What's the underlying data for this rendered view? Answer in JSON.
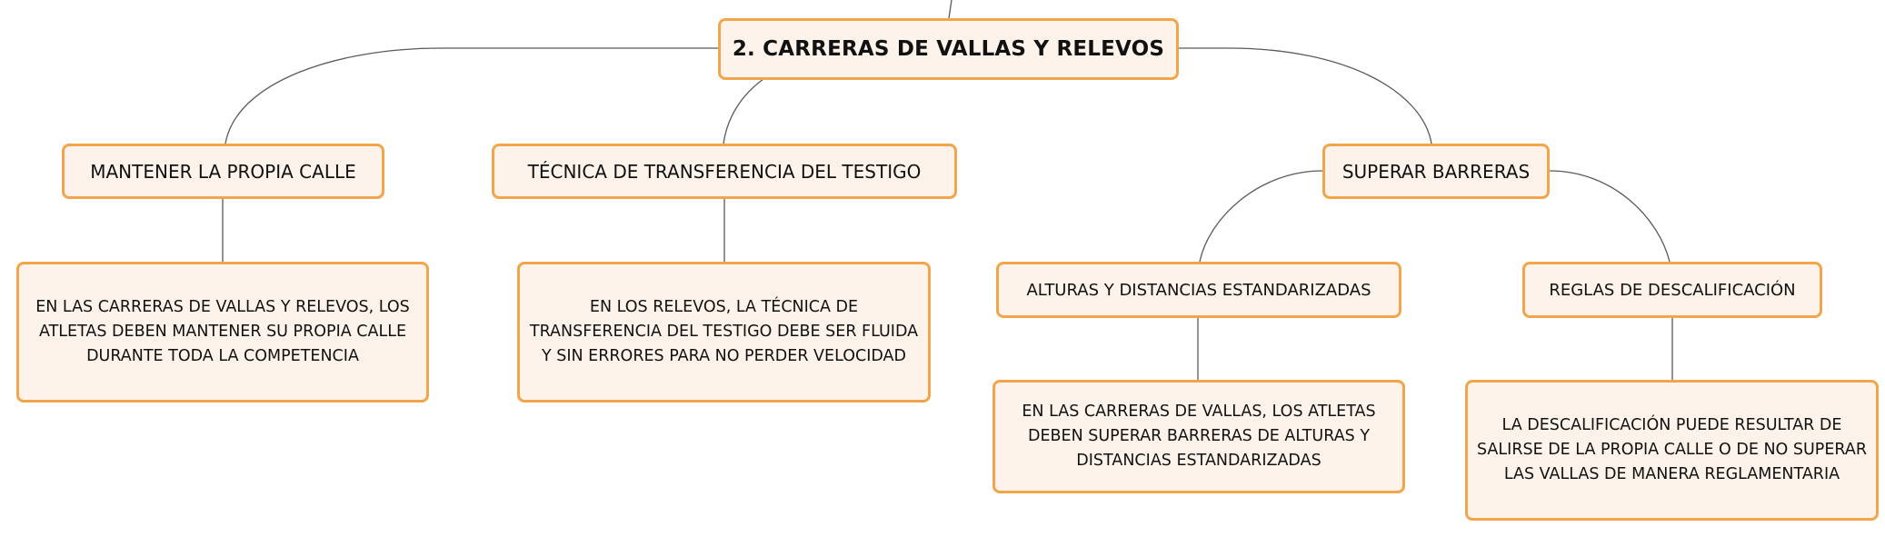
{
  "colors": {
    "node_fill": "#fdf3ea",
    "node_border": "#f2a54a",
    "connector": "#5a5a5a",
    "text": "#111111"
  },
  "mindmap": {
    "root": "2. CARRERAS DE VALLAS Y RELEVOS",
    "branch_lane": {
      "title": "MANTENER LA PROPIA CALLE",
      "detail": "EN LAS CARRERAS DE VALLAS Y RELEVOS, LOS ATLETAS DEBEN MANTENER SU PROPIA CALLE DURANTE TODA LA COMPETENCIA"
    },
    "branch_baton": {
      "title": "TÉCNICA DE TRANSFERENCIA DEL TESTIGO",
      "detail": "EN LOS RELEVOS, LA TÉCNICA DE TRANSFERENCIA DEL TESTIGO DEBE SER FLUIDA Y SIN ERRORES PARA NO PERDER VELOCIDAD"
    },
    "branch_barriers": {
      "title": "SUPERAR BARRERAS",
      "heights": {
        "title": "ALTURAS Y DISTANCIAS ESTANDARIZADAS",
        "detail": "EN LAS CARRERAS DE VALLAS, LOS ATLETAS DEBEN SUPERAR BARRERAS DE ALTURAS Y DISTANCIAS ESTANDARIZADAS"
      },
      "disqualification": {
        "title": "REGLAS DE DESCALIFICACIÓN",
        "detail": "LA DESCALIFICACIÓN PUEDE RESULTAR DE SALIRSE DE LA PROPIA CALLE O DE NO SUPERAR LAS VALLAS DE MANERA REGLAMENTARIA"
      }
    }
  }
}
